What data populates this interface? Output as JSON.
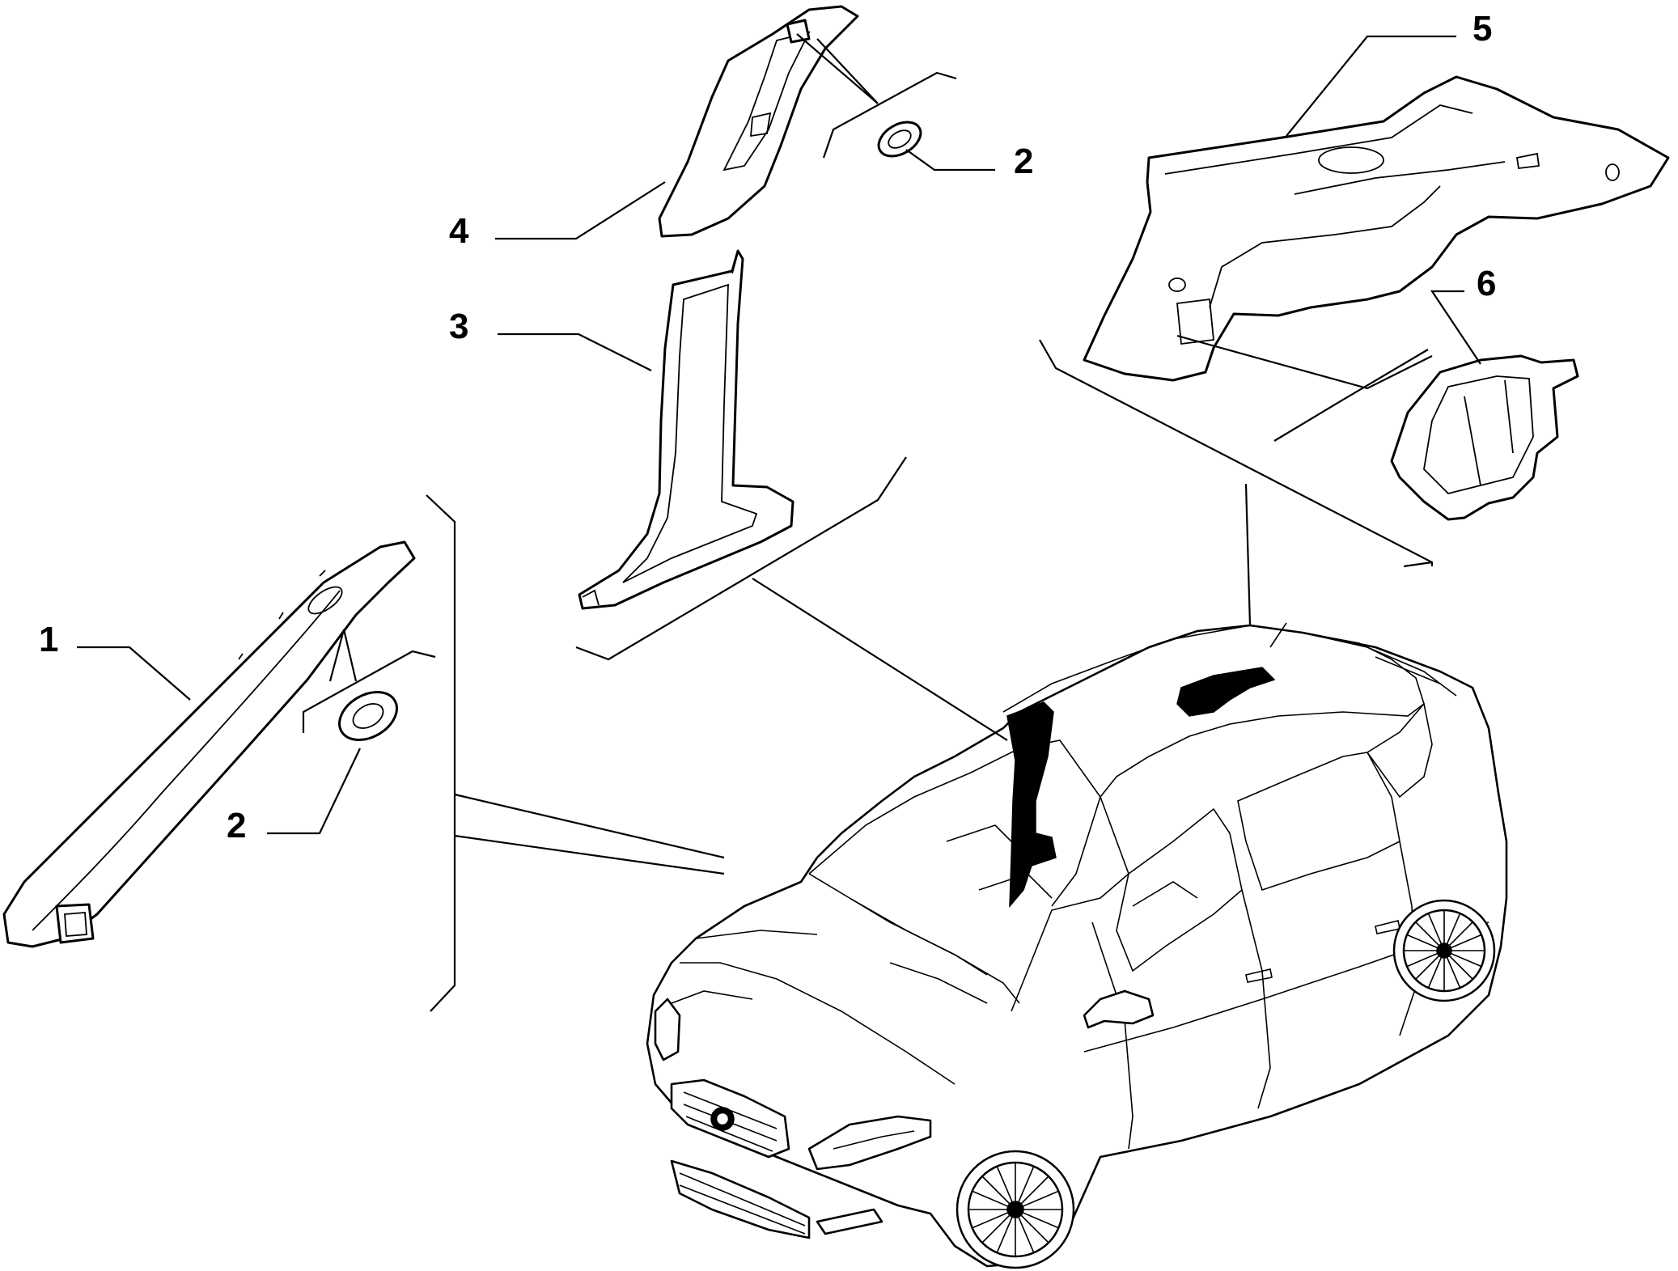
{
  "callouts": [
    {
      "id": "part-1",
      "label": "1"
    },
    {
      "id": "part-2a",
      "label": "2"
    },
    {
      "id": "part-2b",
      "label": "2"
    },
    {
      "id": "part-3",
      "label": "3"
    },
    {
      "id": "part-4",
      "label": "4"
    },
    {
      "id": "part-5",
      "label": "5"
    },
    {
      "id": "part-6",
      "label": "6"
    }
  ]
}
